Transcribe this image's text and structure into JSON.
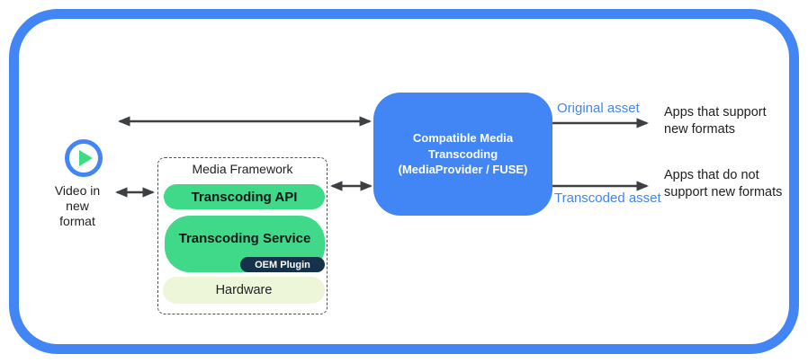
{
  "diagram": {
    "source": {
      "icon": "play-icon",
      "label": "Video in\nnew\nformat"
    },
    "media_framework": {
      "title": "Media Framework",
      "layers": [
        {
          "label": "Transcoding API"
        },
        {
          "label": "Transcoding Service",
          "sub": "OEM Plugin"
        },
        {
          "label": "Hardware"
        }
      ]
    },
    "transcoding_box": {
      "label": "Compatible Media\nTranscoding\n(MediaProvider / FUSE)"
    },
    "outputs": [
      {
        "flow_label": "Original asset",
        "target": "Apps that support\nnew formats"
      },
      {
        "flow_label": "Transcoded asset",
        "target": "Apps that do not\nsupport new formats"
      }
    ],
    "colors": {
      "accent_blue": "#4285f4",
      "green": "#3fd989",
      "play_triangle_green": "#3ddc84",
      "oem_dark_navy": "#16324b",
      "hardware_pale_green": "#edf6d8",
      "arrow_gray": "#3d4043",
      "flow_label_blue": "#4285f4"
    }
  }
}
